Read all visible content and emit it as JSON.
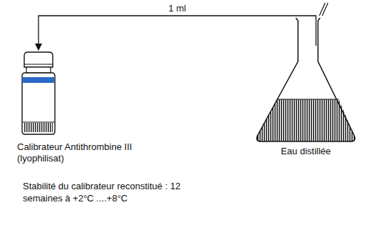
{
  "diagram": {
    "nodes": [
      {
        "text": [
          "Calibrateur Antithrombine III (lyophilisat)"
        ]
      },
      {
        "text": [
          "Eau distillée"
        ]
      }
    ],
    "edges": [
      {
        "from": 1,
        "to": 0,
        "arrow": "to",
        "label": "1 ml"
      }
    ],
    "labels": [
      "Stabilité du calibrateur reconstitué : 12 semaines à +2°C ....+8°C"
    ]
  }
}
